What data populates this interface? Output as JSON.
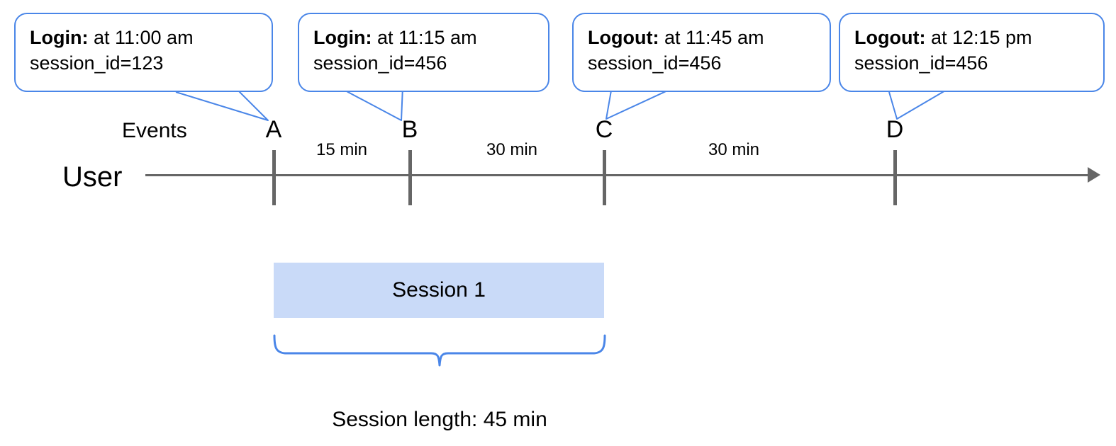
{
  "diagram": {
    "title_caption": "Session length: 45 min",
    "colors": {
      "callout_border": "#4a86e8",
      "brace": "#4a86e8",
      "axis": "#666666",
      "session_fill": "#c9daf8",
      "text": "#000000"
    }
  },
  "rows": {
    "events_label": "Events",
    "user_label": "User"
  },
  "callouts": [
    {
      "event": "Login:",
      "detail": " at 11:00 am",
      "session": "session_id=123"
    },
    {
      "event": "Login:",
      "detail": " at 11:15 am",
      "session": "session_id=456"
    },
    {
      "event": "Logout:",
      "detail": " at 11:45 am",
      "session": "session_id=456"
    },
    {
      "event": "Logout:",
      "detail": " at 12:15 pm",
      "session": "session_id=456"
    }
  ],
  "events": [
    {
      "label": "A",
      "time": "11:00 am",
      "type": "Login",
      "session_id": "123"
    },
    {
      "label": "B",
      "time": "11:15 am",
      "type": "Login",
      "session_id": "456"
    },
    {
      "label": "C",
      "time": "11:45 am",
      "type": "Logout",
      "session_id": "456"
    },
    {
      "label": "D",
      "time": "12:15 pm",
      "type": "Logout",
      "session_id": "456"
    }
  ],
  "intervals": [
    {
      "label": "15 min",
      "from": "A",
      "to": "B"
    },
    {
      "label": "30 min",
      "from": "B",
      "to": "C"
    },
    {
      "label": "30 min",
      "from": "C",
      "to": "D"
    }
  ],
  "session": {
    "bar_label": "Session 1",
    "length_caption": "Session length: 45 min",
    "start_event": "A",
    "end_event": "C"
  }
}
